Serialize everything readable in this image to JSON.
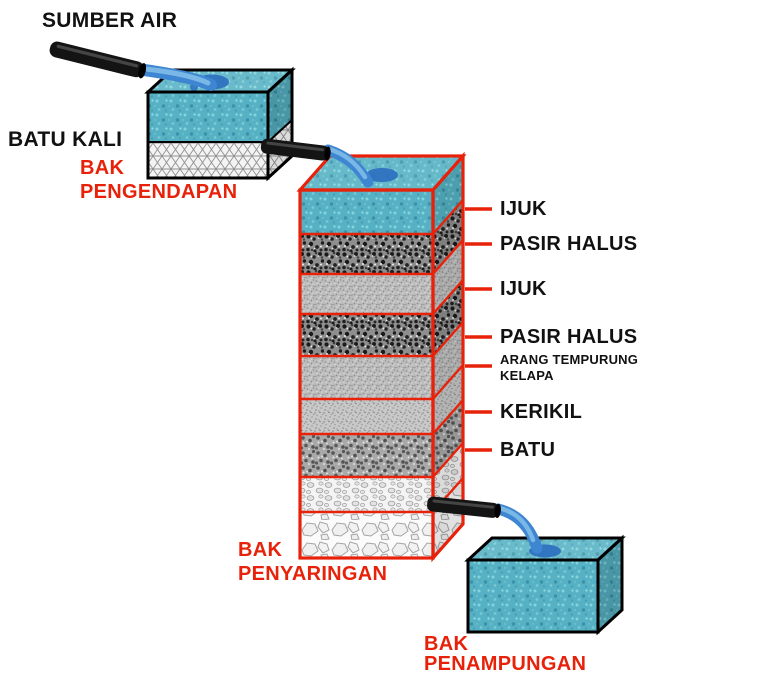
{
  "labels": {
    "sumber_air": "SUMBER AIR",
    "batu_kali": "BATU KALI",
    "bak_pengendapan": "BAK PENGENDAPAN",
    "bak_penyaringan": "BAK PENYARINGAN",
    "bak_penampungan": "BAK PENAMPUNGAN"
  },
  "filter_layers": [
    {
      "label": "IJUK"
    },
    {
      "label": "PASIR HALUS"
    },
    {
      "label": "IJUK"
    },
    {
      "label": "PASIR HALUS"
    },
    {
      "label": "ARANG TEMPURUNG KELAPA"
    },
    {
      "label": "KERIKIL"
    },
    {
      "label": "BATU"
    }
  ],
  "colors": {
    "label_red": "#e8220a",
    "label_black": "#111111",
    "water_teal": "#55b1c3",
    "pour_blue": "#3f86d2",
    "splash_blue": "#2e6fc0",
    "pipe_black": "#141414"
  }
}
